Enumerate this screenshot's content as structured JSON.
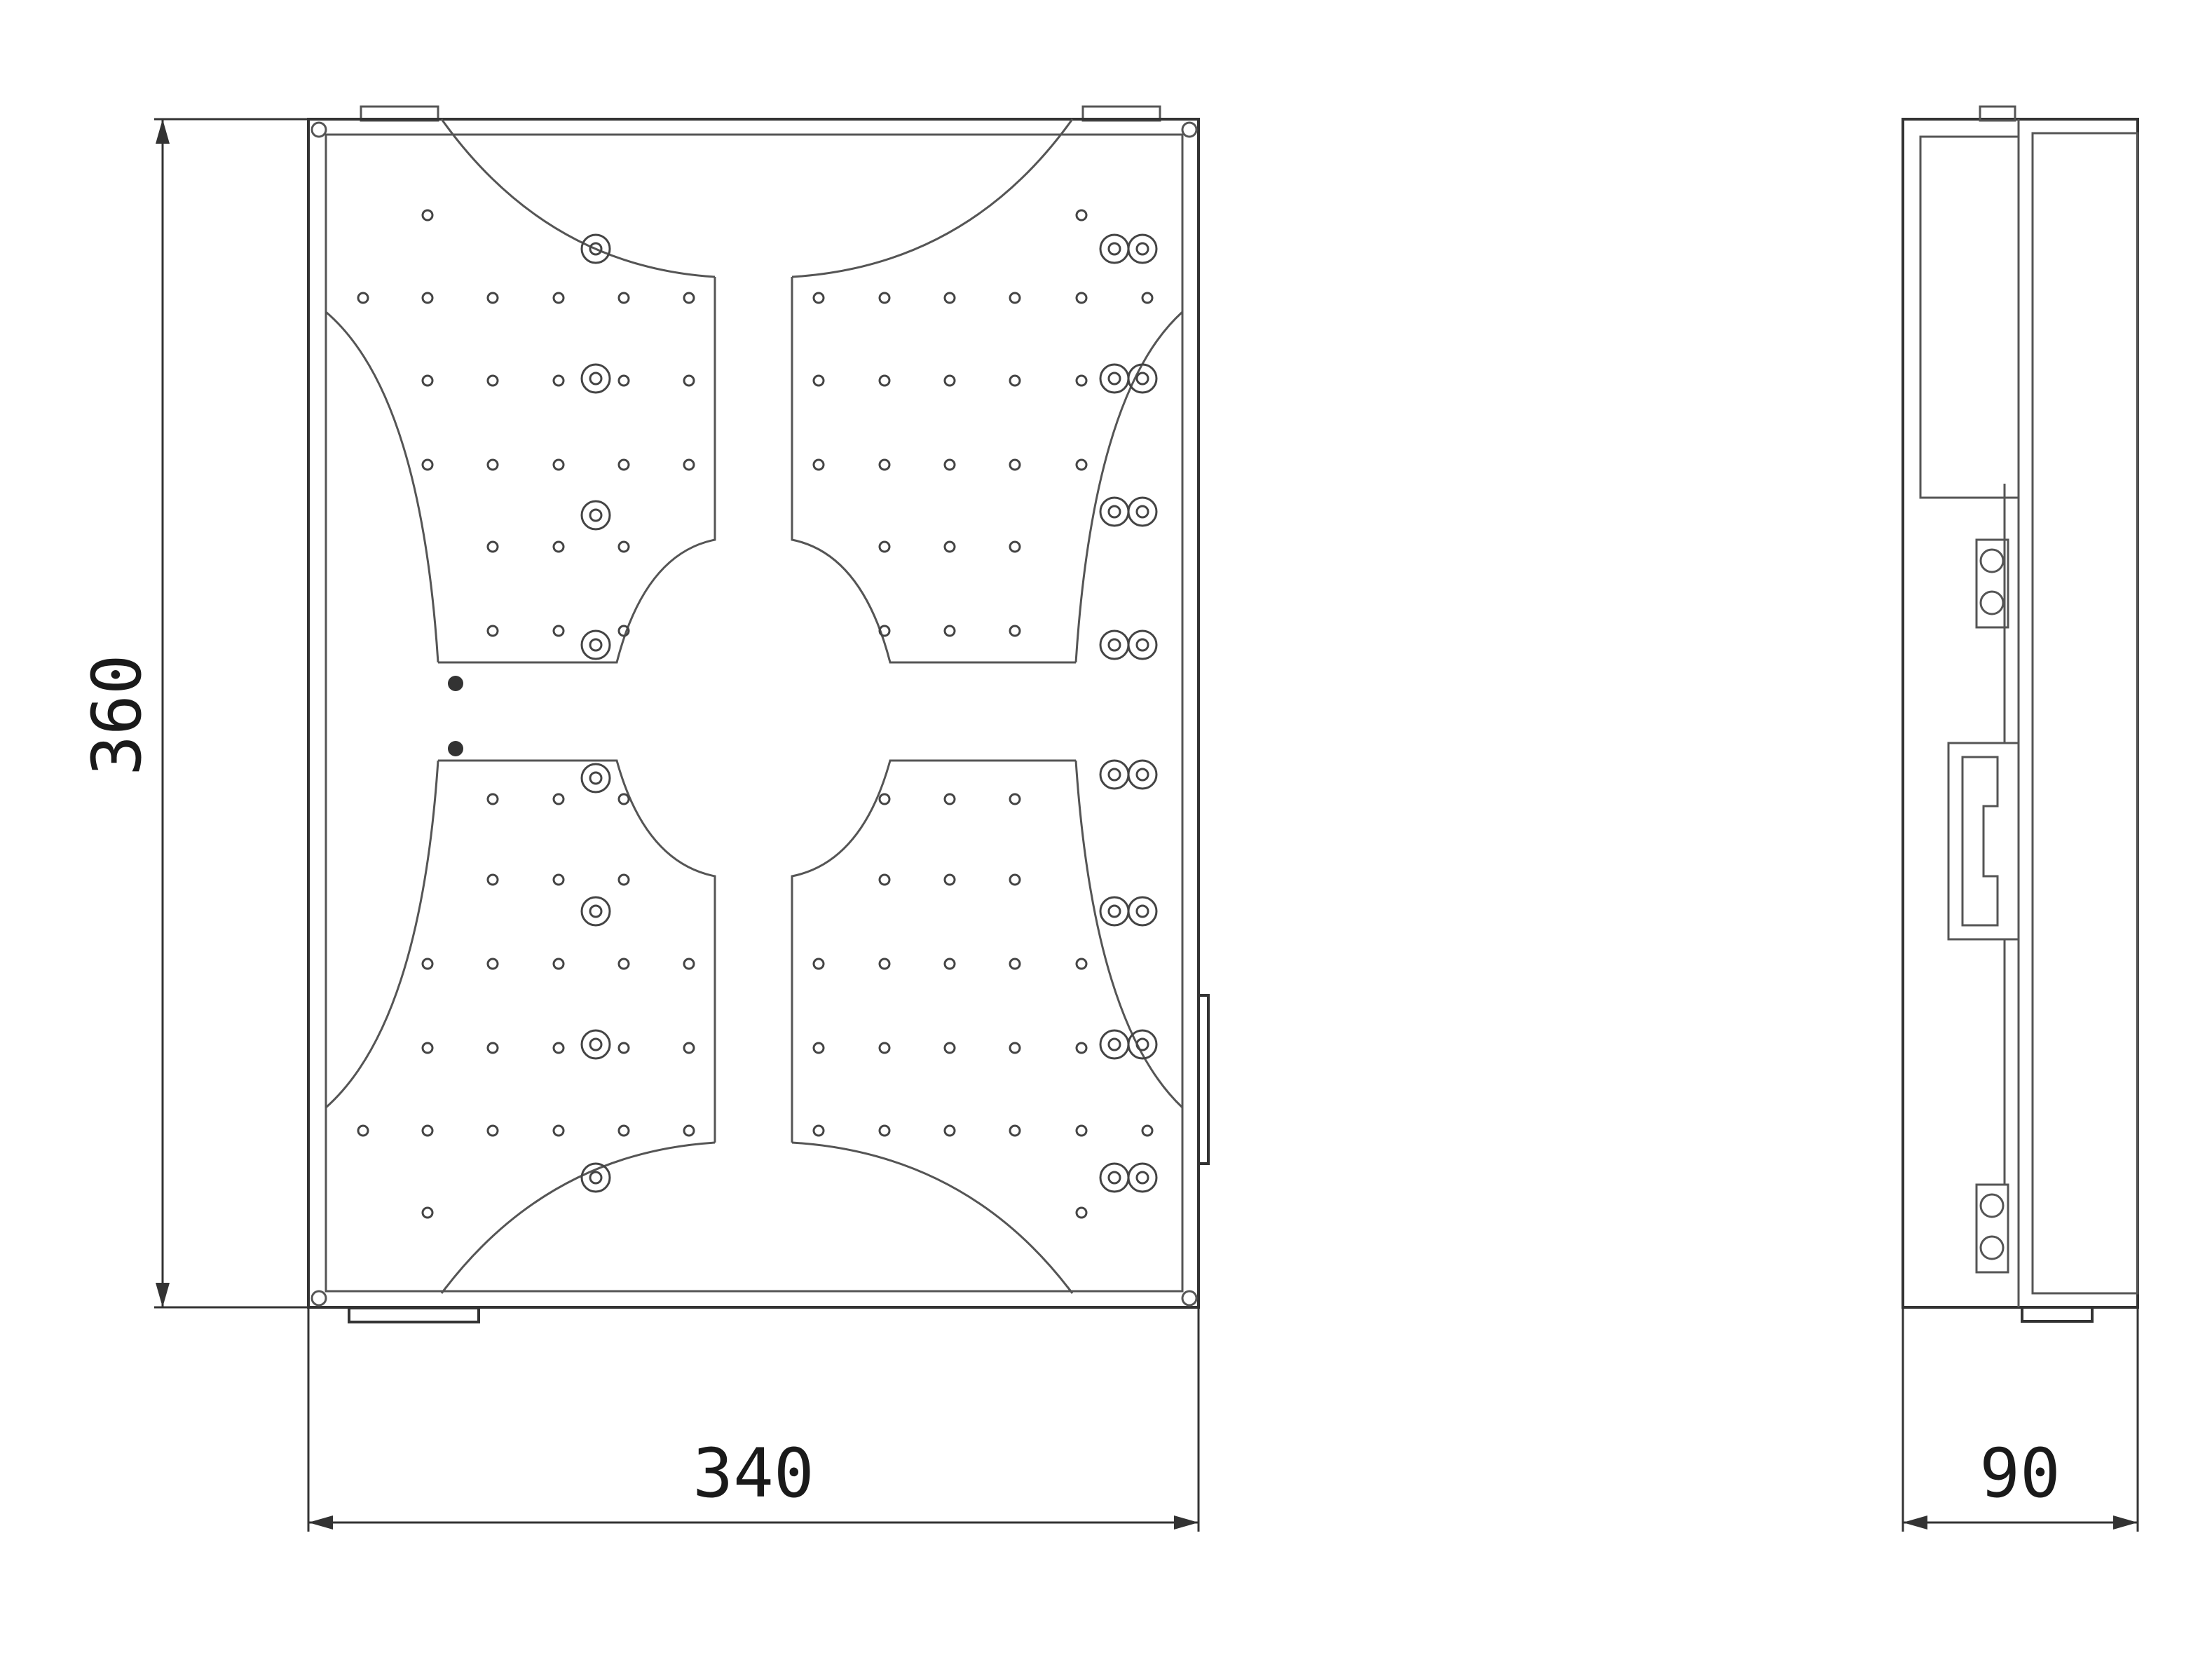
{
  "dimensions": {
    "height_label": "360",
    "width_label": "340",
    "depth_label": "90"
  },
  "colors": {
    "line": "#333333",
    "background": "#ffffff"
  }
}
